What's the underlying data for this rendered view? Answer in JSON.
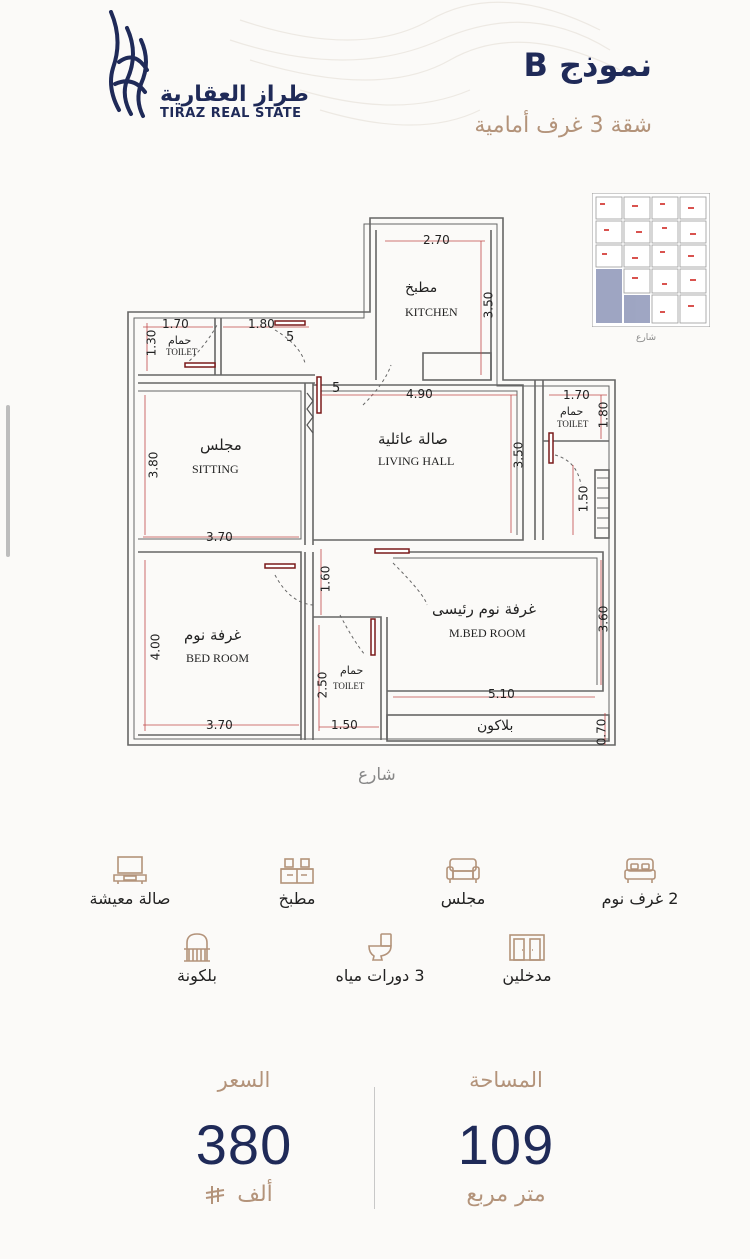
{
  "brand": {
    "name_ar": "طراز العقارية",
    "name_en": "TIRAZ REAL STATE"
  },
  "model": {
    "title": "نموذج B",
    "subtitle": "شقة 3 غرف أمامية"
  },
  "site_plan": {
    "street_label": "شارع"
  },
  "floor_plan": {
    "street_label": "شارع",
    "rooms": {
      "kitchen_ar": "مطبخ",
      "kitchen_en": "KITCHEN",
      "sitting_ar": "مجلس",
      "sitting_en": "SITTING",
      "living_ar": "صالة عائلية",
      "living_en": "LIVING HALL",
      "bed_ar": "غرفة نوم",
      "bed_en": "BED ROOM",
      "mbed_ar": "غرفة نوم رئيسى",
      "mbed_en": "M.BED ROOM",
      "toilet_ar": "حمام",
      "toilet_en": "TOILET",
      "balcony_ar": "بلاكون"
    },
    "dims": {
      "kitchen_w": "2.70",
      "kitchen_h": "3.50",
      "toilet1_w": "1.70",
      "toilet1_h": "1.30",
      "corridor_w": "1.80",
      "door_a": "5",
      "door_b": "5",
      "living_w": "4.90",
      "living_h": "3.50",
      "toilet2_w": "1.70",
      "toilet2_h": "1.80",
      "stair_h": "1.50",
      "sitting_h": "3.80",
      "sitting_w": "3.70",
      "hall_h": "1.60",
      "mbed_h": "3.60",
      "mbed_w": "5.10",
      "bed_h": "4.00",
      "bed_w": "3.70",
      "toilet3_h": "2.50",
      "toilet3_w": "1.50",
      "balcony_h": "0.70"
    }
  },
  "features": [
    {
      "label": "2 غرف نوم",
      "icon": "bed-icon"
    },
    {
      "label": "مجلس",
      "icon": "sofa-icon"
    },
    {
      "label": "مطبخ",
      "icon": "kitchen-icon"
    },
    {
      "label": "صالة معيشة",
      "icon": "tv-icon"
    },
    {
      "label": "مدخلين",
      "icon": "door-icon"
    },
    {
      "label": "3 دورات مياه",
      "icon": "toilet-icon"
    },
    {
      "label": "بلكونة",
      "icon": "balcony-icon"
    }
  ],
  "stats": {
    "area": {
      "label": "المساحة",
      "value": "109",
      "unit": "متر مربع"
    },
    "price": {
      "label": "السعر",
      "value": "380",
      "unit": "ألف"
    }
  },
  "colors": {
    "navy": "#1f2a58",
    "gold": "#b3937a",
    "dim_red": "#9b2c2c"
  }
}
